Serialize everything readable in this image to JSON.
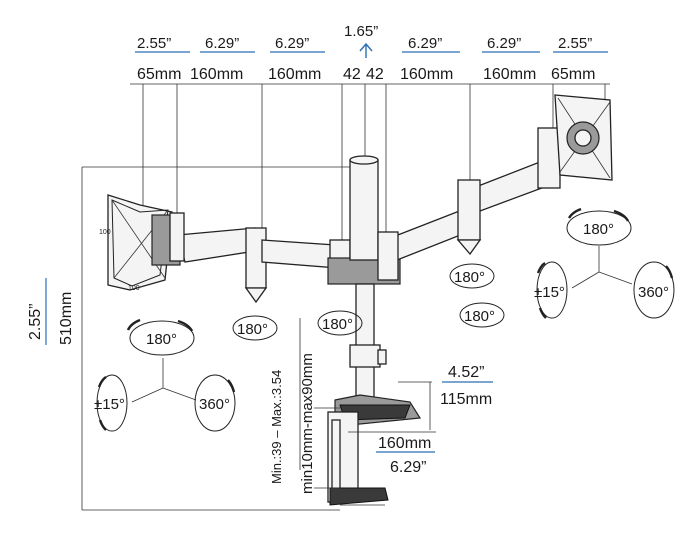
{
  "top_dims": {
    "inches": [
      "2.55”",
      "6.29”",
      "6.29”",
      "1.65”",
      "6.29”",
      "6.29”",
      "2.55”"
    ],
    "mm": [
      "65mm",
      "160mm",
      "160mm",
      "42",
      "42",
      "160mm",
      "160mm",
      "65mm"
    ]
  },
  "height": {
    "inch": "2.55”",
    "mm": "510mm"
  },
  "rotation": {
    "left": {
      "swivel": "180°",
      "tilt": "±15°",
      "rotate": "360°"
    },
    "right": {
      "swivel": "180°",
      "tilt": "±15°",
      "rotate": "360°"
    },
    "arm_labels": [
      "180°",
      "180°",
      "180°",
      "180°"
    ]
  },
  "vesa_small": {
    "w": "100",
    "h": "100"
  },
  "clamp": {
    "range_inch": "Min.:39 – Max.:3.54",
    "range_mm": "min10mm-max90mm",
    "base_depth_inch": "4.52”",
    "base_depth_mm": "115mm",
    "base_width_mm": "160mm",
    "base_width_inch": "6.29”"
  }
}
